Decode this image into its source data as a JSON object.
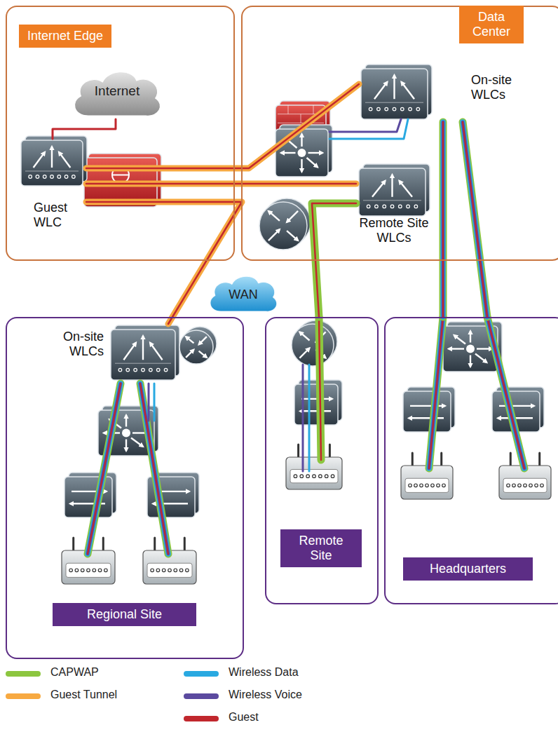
{
  "diagram": {
    "nodes": [
      {
        "text": [
          "Internet Edge"
        ]
      },
      {
        "text": [
          "Data Center"
        ]
      },
      {
        "text": [
          "Internet"
        ],
        "in": 0
      },
      {
        "text": [
          "Guest WLC"
        ],
        "in": 0
      },
      {
        "text": [
          "On-site WLCs"
        ],
        "in": 1
      },
      {
        "text": [
          "Remote Site WLCs"
        ],
        "in": 1
      },
      {
        "text": [
          "WAN"
        ]
      },
      {
        "text": [
          "Regional Site"
        ]
      },
      {
        "text": [
          "On-site WLCs"
        ],
        "in": 7
      },
      {
        "text": [
          "Remote Site"
        ]
      },
      {
        "text": [
          "Headquarters"
        ]
      }
    ],
    "edges": [
      {
        "from": 2,
        "to": 3,
        "arrow": "none"
      },
      {
        "from": 3,
        "to": 4,
        "arrow": "none"
      },
      {
        "from": 3,
        "to": 5,
        "arrow": "none"
      },
      {
        "from": 3,
        "to": 8,
        "arrow": "none"
      },
      {
        "from": 5,
        "to": 9,
        "arrow": "none"
      },
      {
        "from": 4,
        "to": 10,
        "arrow": "none"
      },
      {
        "from": 4,
        "to": 10,
        "arrow": "none"
      }
    ],
    "legend": [
      {
        "text": "CAPWAP",
        "color": "#8cc63f"
      },
      {
        "text": "Guest Tunnel",
        "color": "#f7a941"
      },
      {
        "text": "Wireless Data",
        "color": "#29a9e1"
      },
      {
        "text": "Wireless Voice",
        "color": "#5b4a9f"
      },
      {
        "text": "Guest",
        "color": "#c1272d"
      }
    ]
  }
}
